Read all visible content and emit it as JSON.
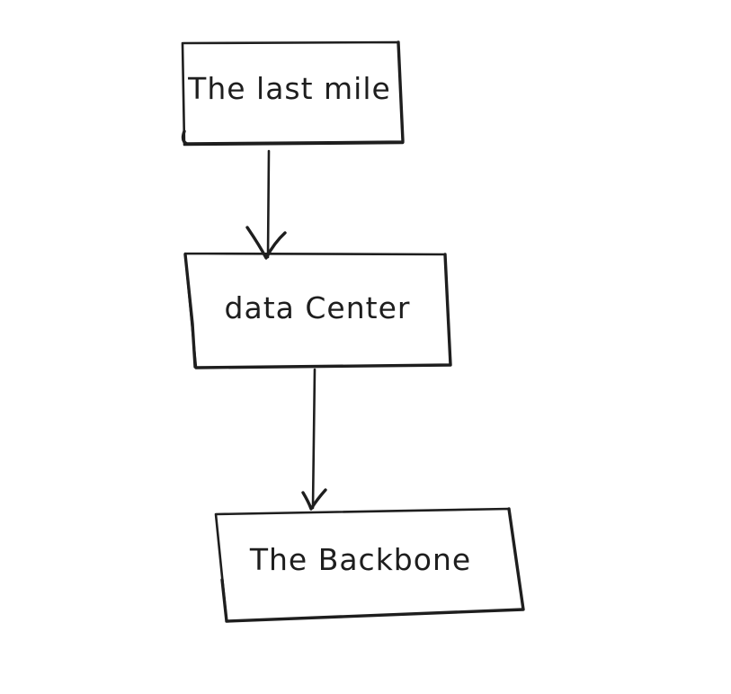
{
  "nodes": [
    {
      "id": "last-mile",
      "label": "The last mile"
    },
    {
      "id": "data-center",
      "label": "data Center"
    },
    {
      "id": "backbone",
      "label": "The Backbone"
    }
  ],
  "edges": [
    {
      "from": "last-mile",
      "to": "data-center"
    },
    {
      "from": "data-center",
      "to": "backbone"
    }
  ],
  "colors": {
    "stroke": "#1e1e1e",
    "background": "#ffffff"
  }
}
